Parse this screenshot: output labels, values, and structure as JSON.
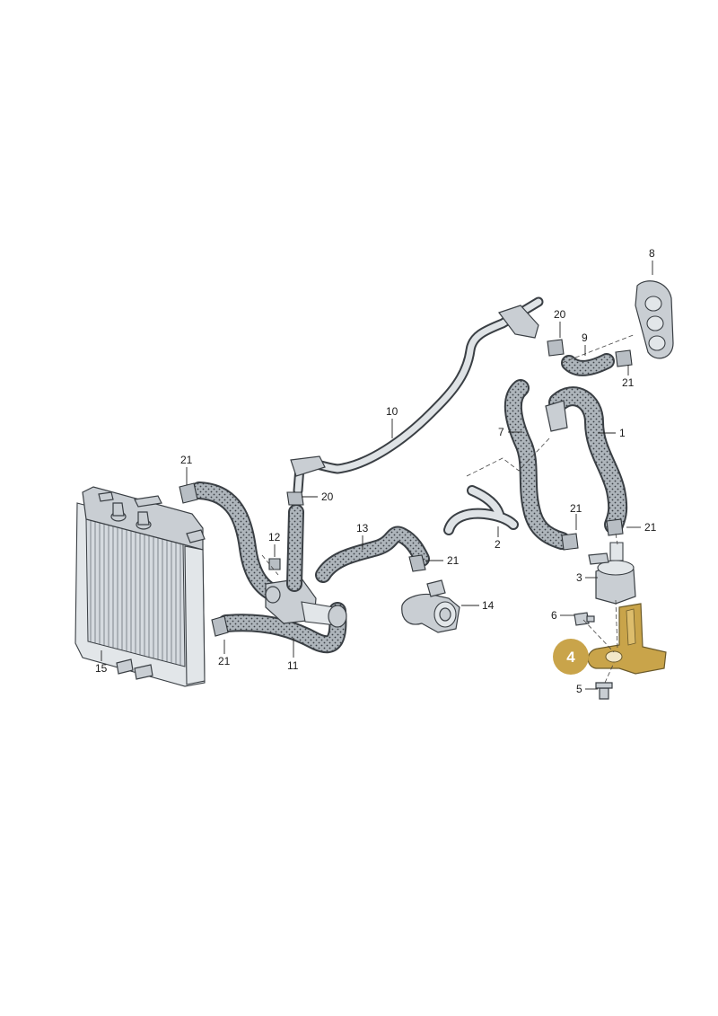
{
  "diagram": {
    "highlight_color": "#c9a44a",
    "hose_color": "#9aa2a9",
    "part_color": "#c9ced3",
    "labels": {
      "p1": "1",
      "p2": "2",
      "p3": "3",
      "p4": "4",
      "p5": "5",
      "p6": "6",
      "p7": "7",
      "p8": "8",
      "p9": "9",
      "p10": "10",
      "p11": "11",
      "p12": "12",
      "p13": "13",
      "p14": "14",
      "p15": "15",
      "p20a": "20",
      "p20b": "20",
      "p21a": "21",
      "p21b": "21",
      "p21c": "21",
      "p21d": "21",
      "p21e": "21",
      "p21f": "21"
    }
  }
}
